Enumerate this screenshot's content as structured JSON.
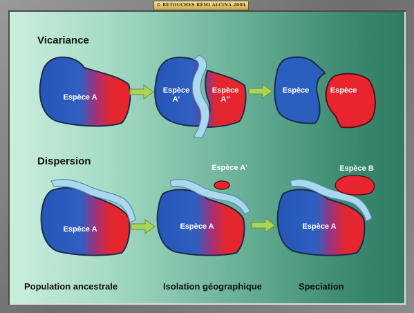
{
  "credit": "© RETOUCHES RÉMI ALCINA 2004",
  "sections": {
    "vicariance": {
      "title": "Vicariance",
      "stage1_label": "Espèce A",
      "stage2_left_label": [
        "Espèce",
        "A'"
      ],
      "stage2_right_label": [
        "Espèce",
        "A''"
      ],
      "stage3_left_label": "Espèce",
      "stage3_right_label": "Espèce"
    },
    "dispersion": {
      "title": "Dispersion",
      "stage1_label": "Espèce A",
      "stage2_label": "Espèce A",
      "stage2_island_label": "Espèce A'",
      "stage3_label": "Espèce A",
      "stage3_island_label": "Espèce B"
    }
  },
  "stage_captions": [
    "Population ancestrale",
    "Isolation géographique",
    "Speciation"
  ],
  "colors": {
    "blue": "#2a5fbf",
    "red": "#e8252f",
    "water": "#a9d8ef",
    "arrow": "#a8d65a"
  }
}
